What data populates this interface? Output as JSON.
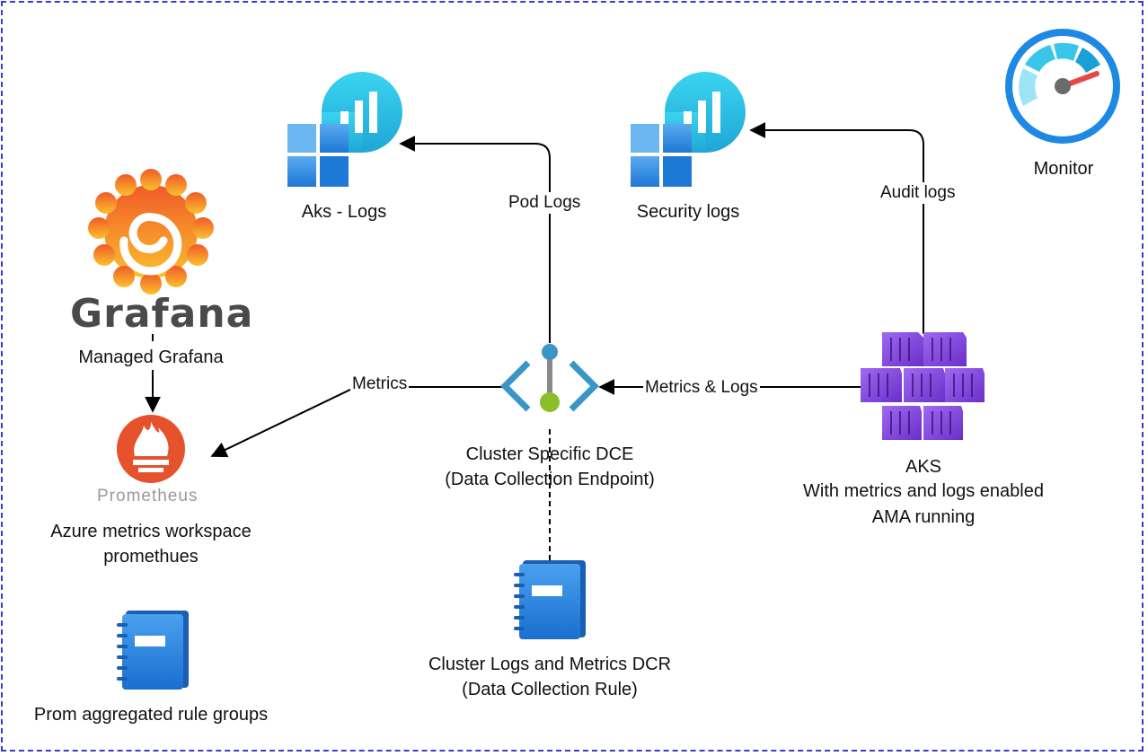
{
  "nodes": {
    "aks_logs": {
      "label": "Aks - Logs"
    },
    "security_logs": {
      "label": "Security logs"
    },
    "monitor": {
      "label": "Monitor"
    },
    "grafana": {
      "logo_text": "Grafana",
      "label": "Managed Grafana"
    },
    "prometheus": {
      "logo_text": "Prometheus",
      "label_line1": "Azure metrics workspace",
      "label_line2": "promethues"
    },
    "dce": {
      "label_line1": "Cluster Specific DCE",
      "label_line2": "(Data Collection Endpoint)"
    },
    "aks": {
      "label_line1": "AKS",
      "label_line2": "With metrics and logs enabled",
      "label_line3": "AMA running"
    },
    "dcr": {
      "label_line1": "Cluster Logs and Metrics DCR",
      "label_line2": "(Data Collection Rule)"
    },
    "prom_rules": {
      "label": "Prom aggregated rule groups"
    }
  },
  "edges": {
    "pod_logs": "Pod Logs",
    "audit_logs": "Audit logs",
    "metrics": "Metrics",
    "metrics_and_logs": "Metrics & Logs"
  },
  "colors": {
    "border": "#3a3ad8",
    "azure_blue": "#1e88e5",
    "azure_cyan": "#32c8e8",
    "aks_purple": "#7a3bd6",
    "prometheus_orange": "#e6522c",
    "grafana_orange": "#f47a20",
    "dce_green": "#8cbd2a",
    "dce_blue": "#3b96c8"
  }
}
